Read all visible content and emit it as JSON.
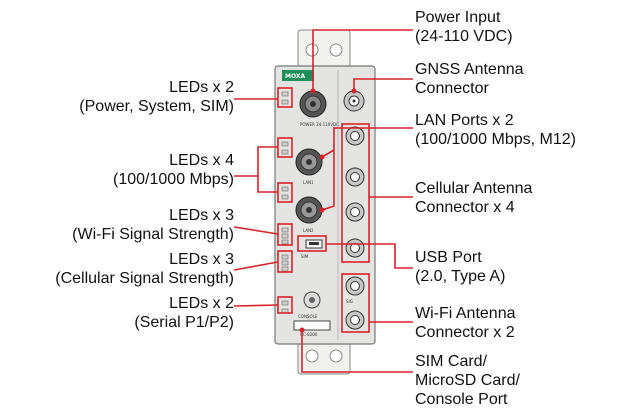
{
  "colors": {
    "callout": "#d8232a",
    "device_body": "#e4e4e2",
    "brand_badge": "#1f8f5a"
  },
  "device": {
    "brand": "MOXA",
    "model": "UC-8200",
    "port_labels": [
      "POWER 24-110VDC",
      "LAN1",
      "LAN2",
      "SIM",
      "CONSOLE",
      "SIG"
    ]
  },
  "callouts_left": [
    {
      "id": "leds-power",
      "lines": [
        "LEDs x 2",
        "(Power, System, SIM)"
      ]
    },
    {
      "id": "leds-lan",
      "lines": [
        "LEDs x 4",
        "(100/1000 Mbps)"
      ]
    },
    {
      "id": "leds-wifi",
      "lines": [
        "LEDs x 3",
        "(Wi-Fi Signal Strength)"
      ]
    },
    {
      "id": "leds-cell",
      "lines": [
        "LEDs x 3",
        "(Cellular Signal Strength)"
      ]
    },
    {
      "id": "leds-serial",
      "lines": [
        "LEDs x 2",
        "(Serial P1/P2)"
      ]
    }
  ],
  "callouts_right": [
    {
      "id": "power-input",
      "lines": [
        "Power Input",
        "(24-110 VDC)"
      ]
    },
    {
      "id": "gnss",
      "lines": [
        "GNSS Antenna",
        "Connector"
      ]
    },
    {
      "id": "lan-ports",
      "lines": [
        "LAN Ports x 2",
        "(100/1000 Mbps, M12)"
      ]
    },
    {
      "id": "cellular-antenna",
      "lines": [
        "Cellular Antenna",
        "Connector x 4"
      ]
    },
    {
      "id": "usb-port",
      "lines": [
        "USB Port",
        "(2.0, Type A)"
      ]
    },
    {
      "id": "wifi-antenna",
      "lines": [
        "Wi-Fi Antenna",
        "Connector x 2"
      ]
    },
    {
      "id": "sim-card",
      "lines": [
        "SIM Card/",
        "MicroSD Card/",
        "Console Port"
      ]
    }
  ]
}
